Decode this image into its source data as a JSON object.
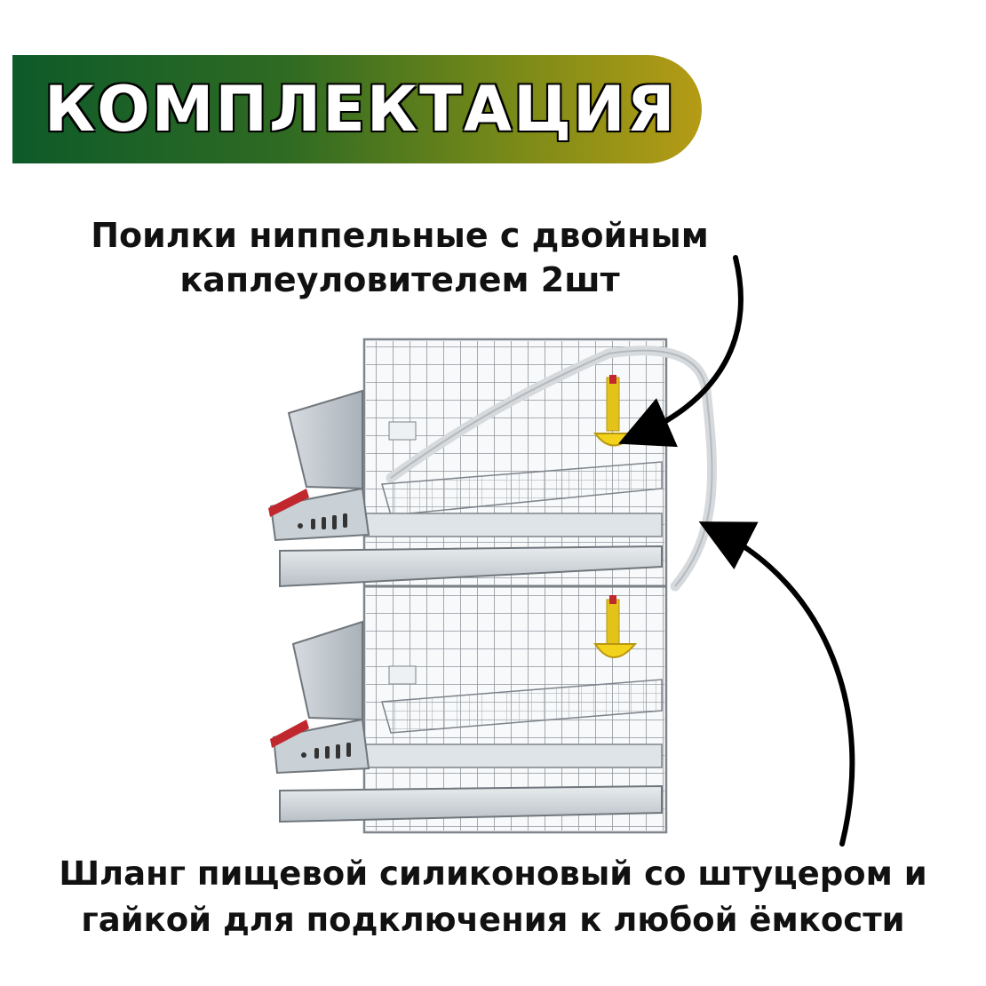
{
  "banner": {
    "title": "КОМПЛЕКТАЦИЯ"
  },
  "callouts": {
    "drinkers_line1": "Поилки ниппельные с двойным",
    "drinkers_line2": "каплеуловителем 2шт",
    "hose_line1": "Шланг пищевой силиконовый со штуцером и",
    "hose_line2": "гайкой для подключения к любой ёмкости"
  },
  "colors": {
    "banner_start": "#0e5a2a",
    "banner_end": "#b59b15",
    "nipple_drinker": "#f2d21b",
    "feeder_accent": "#c0282d"
  },
  "icons": {
    "product": "two-tier-quail-cage-photo",
    "pointer": "curved-arrow"
  }
}
